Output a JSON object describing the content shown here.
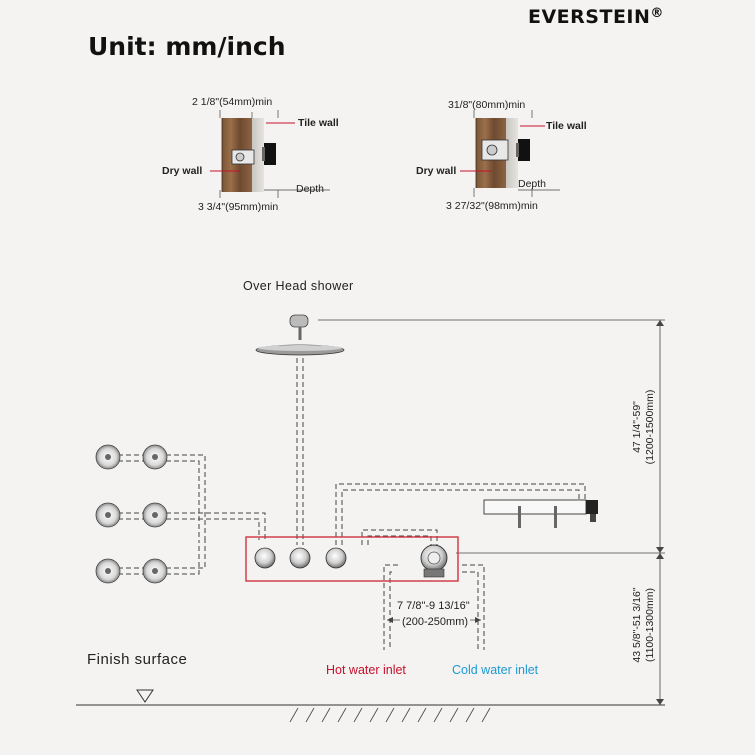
{
  "brand": {
    "name": "EVERSTEIN",
    "mark": "®"
  },
  "unit_title": "Unit: mm/inch",
  "install_left": {
    "top_dim": "2 1/8\"(54mm)min",
    "bottom_dim": "3 3/4\"(95mm)min",
    "tile_wall": "Tile wall",
    "dry_wall": "Dry wall",
    "depth": "Depth"
  },
  "install_right": {
    "top_dim": "31/8\"(80mm)min",
    "bottom_dim": "3 27/32\"(98mm)min",
    "tile_wall": "Tile wall",
    "dry_wall": "Dry wall",
    "depth": "Depth"
  },
  "overhead_label": "Over Head shower",
  "finish_surface": "Finish surface",
  "hot_inlet": "Hot water inlet",
  "cold_inlet": "Cold water inlet",
  "inlet_spacing": {
    "inch": "7 7/8\"-9  13/16\"",
    "mm": "(200-250mm)"
  },
  "height_upper": {
    "inch": "47 1/4\"-59\"",
    "mm": "(1200-1500mm)"
  },
  "height_lower": {
    "inch": "43 5/8\"-51  3/16\"",
    "mm": "(1100-1300mm)"
  },
  "colors": {
    "hot": "#c8102e",
    "cold": "#1e9ad6",
    "box": "#d0343f"
  }
}
